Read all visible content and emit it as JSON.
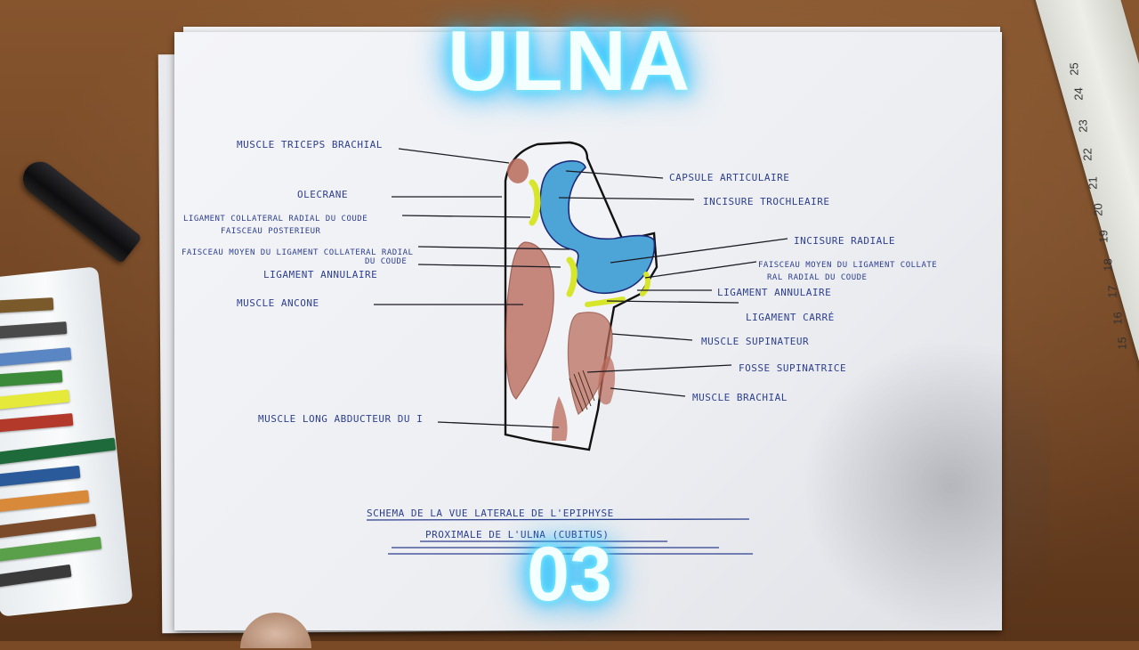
{
  "title_top": "ULNA",
  "title_bottom": "03",
  "colors": {
    "glow": "#3fd8ff",
    "ink_blue": "#2d3f8f",
    "bone_blue": "#4da4d6",
    "muscle_red": "#b96a5a",
    "ligament_yellow": "#d7e62a"
  },
  "ruler_numbers": [
    "25",
    "24",
    "23",
    "22",
    "21",
    "20",
    "19",
    "18",
    "17",
    "16",
    "15"
  ],
  "labels_left": {
    "triceps": "MUSCLE TRICEPS BRACHIAL",
    "olecrane": "OLECRANE",
    "ligament_posterior_1": "LIGAMENT COLLATERAL RADIAL DU COUDE",
    "ligament_posterior_2": "FAISCEAU POSTERIEUR",
    "faisceau_moyen_1": "FAISCEAU MOYEN DU LIGAMENT COLLATERAL RADIAL",
    "faisceau_moyen_2": "DU COUDE",
    "annulaire": "LIGAMENT ANNULAIRE",
    "ancone": "MUSCLE ANCONE",
    "long_abducteur": "MUSCLE LONG ABDUCTEUR DU I"
  },
  "labels_right": {
    "capsule": "CAPSULE ARTICULAIRE",
    "trochleaire": "INCISURE TROCHLEAIRE",
    "radiale": "INCISURE RADIALE",
    "faisceau_1": "FAISCEAU MOYEN DU LIGAMENT COLLATE",
    "faisceau_2": "RAL RADIAL DU COUDE",
    "annulaire": "LIGAMENT ANNULAIRE",
    "carre": "LIGAMENT CARRÉ",
    "supinateur": "MUSCLE SUPINATEUR",
    "fosse": "FOSSE SUPINATRICE",
    "brachial": "MUSCLE BRACHIAL"
  },
  "caption": {
    "line1": "SCHEMA DE LA VUE LATERALE DE L'EPIPHYSE",
    "line2": "PROXIMALE DE L'ULNA (CUBITUS)"
  }
}
